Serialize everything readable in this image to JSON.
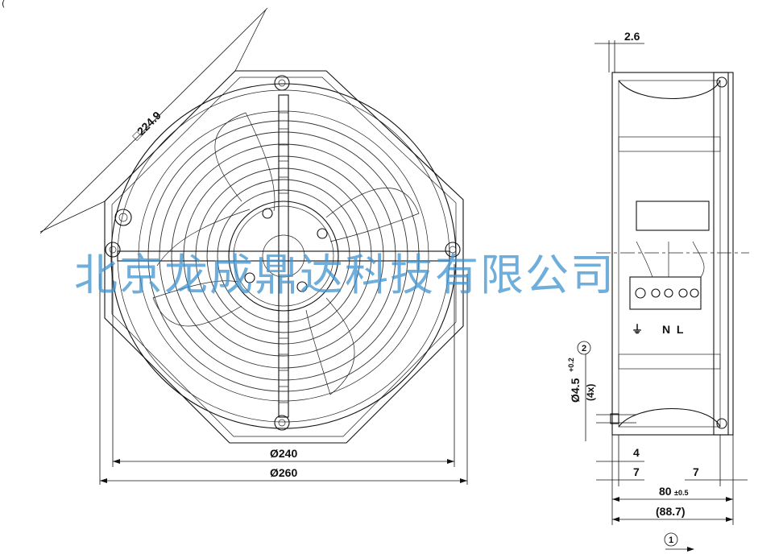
{
  "corner_note": "(",
  "watermark": "北京龙成鼎达科技有限公司",
  "front_view": {
    "square_dim": "□224.9",
    "dia_inner": "Ø240",
    "dia_outer": "Ø260"
  },
  "side_view": {
    "top_dim": "2.6",
    "terminal_labels": "N  L",
    "ground_symbol": "⏚",
    "hole_marker": "2",
    "hole_dim": "Ø4.5",
    "hole_tol": "+0.2",
    "hole_count": "(4x)",
    "dim_4": "4",
    "dim_7_left": "7",
    "dim_7_right": "7",
    "dim_80": "80",
    "dim_80_tol": "±0.5",
    "dim_88": "(88.7)",
    "flow_marker": "1"
  },
  "colors": {
    "line": "#111111",
    "watermark": "#3f93cf"
  }
}
